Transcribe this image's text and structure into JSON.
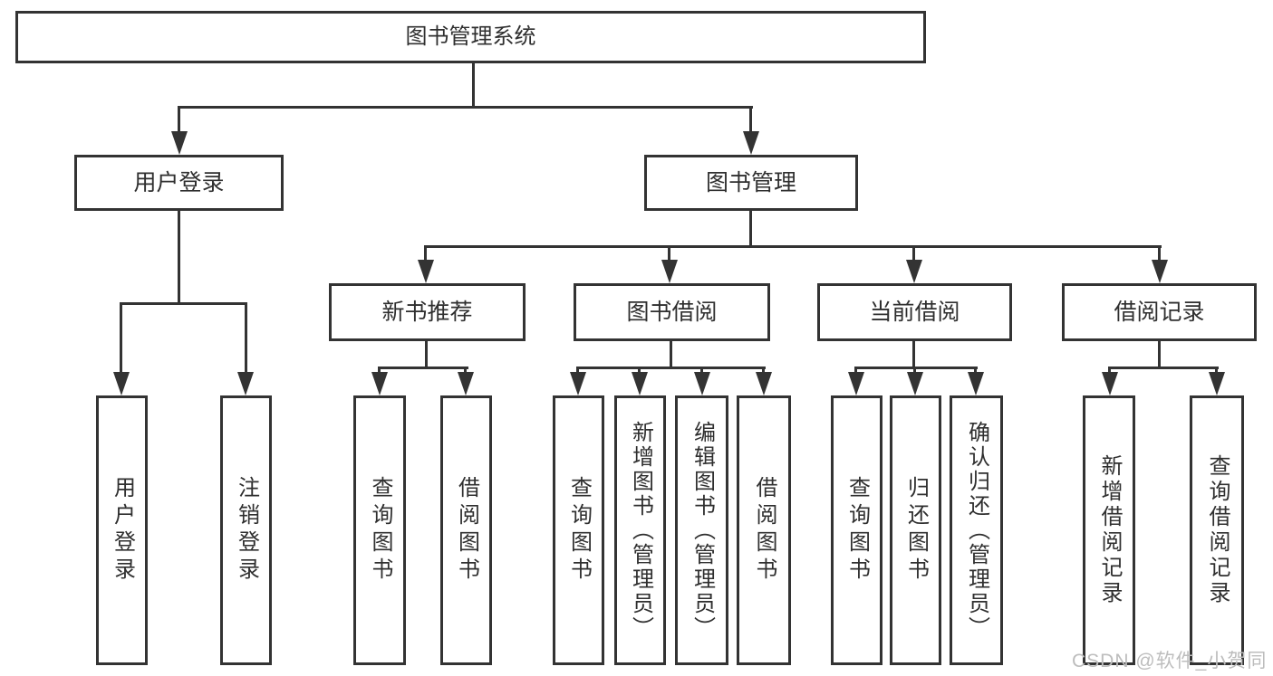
{
  "diagram": {
    "root": "图书管理系统",
    "level1": [
      "用户登录",
      "图书管理"
    ],
    "level2": [
      "新书推荐",
      "图书借阅",
      "当前借阅",
      "借阅记录"
    ],
    "leaves": [
      "用户登录",
      "注销登录",
      "查询图书",
      "借阅图书",
      "查询图书",
      "新增图书（管理员）",
      "编辑图书（管理员）",
      "借阅图书",
      "查询图书",
      "归还图书",
      "确认归还（管理员）",
      "新增借阅记录",
      "查询借阅记录"
    ]
  },
  "watermark": "CSDN @软件_小贺同学",
  "colors": {
    "line": "#333333",
    "text": "#2f2f2f",
    "background": "#ffffff",
    "watermark": "#bdbdbd"
  }
}
